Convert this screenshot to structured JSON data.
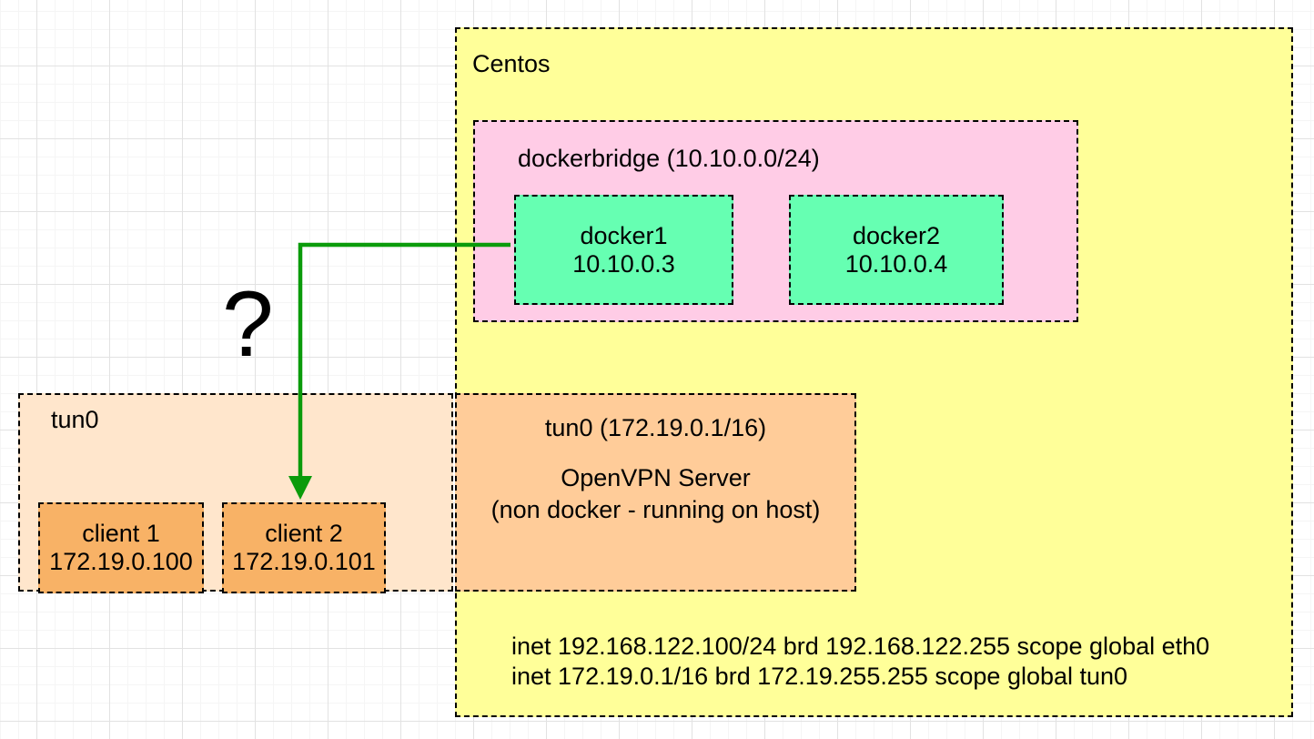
{
  "colors": {
    "centos_fill": "#FFFF99",
    "bridge_fill": "#FFCCE6",
    "docker_fill": "#66FFB2",
    "tun0_clients_fill": "#FFE6CC",
    "vpn_fill": "#FFCC99",
    "client_fill": "#F8B266",
    "arrow": "#0B9B0B"
  },
  "diagram": {
    "centos": {
      "title": "Centos"
    },
    "dockerbridge": {
      "title": "dockerbridge (10.10.0.0/24)"
    },
    "docker1": {
      "name": "docker1",
      "ip": "10.10.0.3"
    },
    "docker2": {
      "name": "docker2",
      "ip": "10.10.0.4"
    },
    "tun0_clients": {
      "title": "tun0"
    },
    "client1": {
      "name": "client 1",
      "ip": "172.19.0.100"
    },
    "client2": {
      "name": "client 2",
      "ip": "172.19.0.101"
    },
    "openvpn": {
      "title": "tun0 (172.19.0.1/16)",
      "line1": "OpenVPN Server",
      "line2": "(non docker - running on host)"
    },
    "question_mark": "?",
    "inet": {
      "line1": "inet 192.168.122.100/24 brd 192.168.122.255 scope global eth0",
      "line2": "inet 172.19.0.1/16 brd 172.19.255.255 scope global tun0"
    }
  }
}
